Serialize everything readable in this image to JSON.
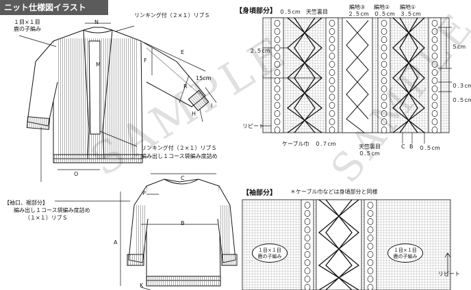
{
  "title": "ニット仕様図イラスト",
  "front": {
    "stitch_1x1": "１目×１目",
    "stitch_1x1_b": "鹿の子編み",
    "top_rib": "リンキング付（２×１）リブＳ",
    "mid_rib_1": "リンキング付（２×１）リブＳ",
    "mid_rib_2": "編み出し１コース袋編み度詰め",
    "cuff_1": "【袖口、裾部分】",
    "cuff_2": "編み出し１コース袋編み度詰め",
    "cuff_3": "（１×１）リブＳ",
    "width_15": "15cm",
    "letters": [
      "N",
      "M",
      "E",
      "F",
      "R",
      "I",
      "H",
      "O"
    ]
  },
  "back": {
    "letters": [
      "C",
      "P",
      "B",
      "A",
      "K"
    ]
  },
  "body_section": {
    "header": "【身頃部分】",
    "m_05": "０.５cm",
    "tenjiku_top": "天竺裏目",
    "amiji3": "編地③",
    "m_25a": "２.５cm",
    "amiji2": "編地②",
    "m_05b": "０.５cm",
    "amiji1": "編地①",
    "m_35": "３.５cm",
    "m_25_left": "２.５cm",
    "m_5": "５cm",
    "m_03": "０.３cm",
    "m_05c": "０.５cm",
    "repeat": "リピート",
    "cable": "ケーブル巾",
    "m_07": "０.７cm",
    "tenjiku_bot": "天竺裏目",
    "m_05d": "０.５cm",
    "c_mark": "C",
    "b_mark": "B",
    "m_05e": "０.５cm"
  },
  "sleeve_section": {
    "header": "【袖部分】",
    "note": "＊ケーブル巾などは身頃部分と同様",
    "oval_1": "１目×１目",
    "oval_1b": "鹿の子編み",
    "oval_2": "１目×１目",
    "oval_2b": "鹿の子編み",
    "repeat": "リピート"
  },
  "watermark": "SAMPLE"
}
